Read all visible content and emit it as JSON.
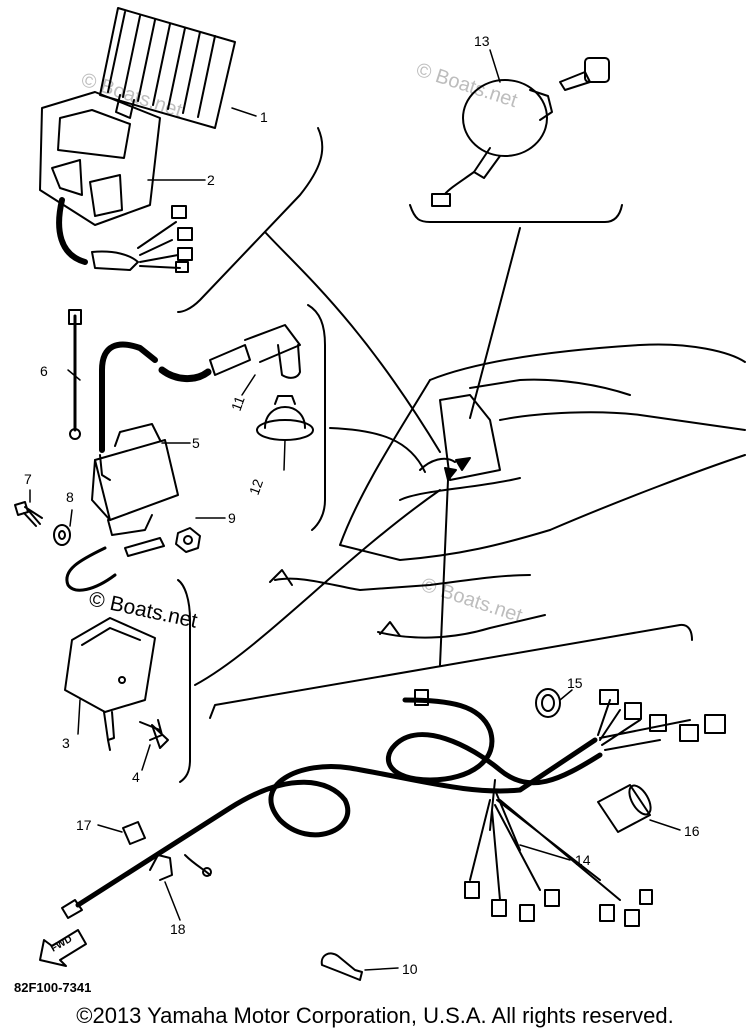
{
  "diagram": {
    "callouts": [
      "1",
      "2",
      "3",
      "4",
      "5",
      "6",
      "7",
      "8",
      "9",
      "10",
      "11",
      "12",
      "13",
      "14",
      "15",
      "16",
      "17",
      "18"
    ],
    "part_code": "82F100-7341",
    "fwd_label": "FWD",
    "watermarks": [
      "© Boats.net",
      "© Boats.net",
      "© Boats.net",
      "© Boats.net"
    ]
  },
  "footer": {
    "copyright": "©2013 Yamaha Motor Corporation, U.S.A. All rights reserved."
  }
}
